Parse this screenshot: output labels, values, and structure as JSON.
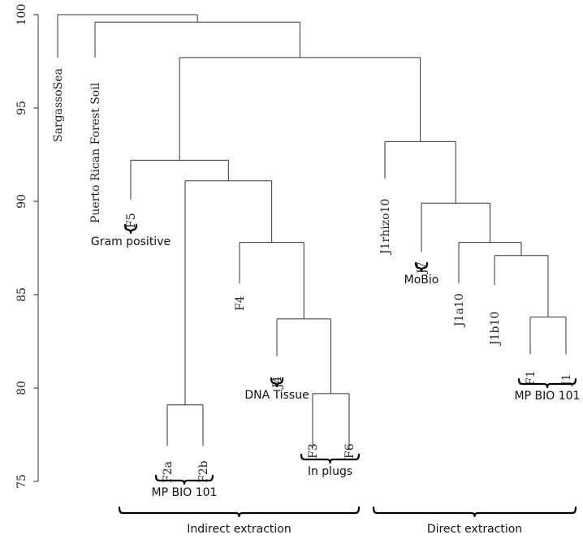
{
  "chart_data": {
    "type": "dendrogram",
    "ylim": [
      75,
      100
    ],
    "yticks": [
      75,
      80,
      85,
      90,
      95,
      100
    ],
    "leaves": [
      {
        "id": "sargasso",
        "label": "SargassoSea"
      },
      {
        "id": "puerto",
        "label": "Puerto Rican Forest Soil"
      },
      {
        "id": "F5",
        "label": "F5"
      },
      {
        "id": "F2a",
        "label": "F2a"
      },
      {
        "id": "F2b",
        "label": "F2b"
      },
      {
        "id": "F4",
        "label": "F4"
      },
      {
        "id": "J4",
        "label": "J4"
      },
      {
        "id": "F3",
        "label": "F3"
      },
      {
        "id": "F6",
        "label": "F6"
      },
      {
        "id": "J1rhizo10",
        "label": "J1rhizo10"
      },
      {
        "id": "J7",
        "label": "J7"
      },
      {
        "id": "J1a10",
        "label": "J1a10"
      },
      {
        "id": "J1b10",
        "label": "J1b10"
      },
      {
        "id": "F1",
        "label": "F1"
      },
      {
        "id": "J1",
        "label": "J1"
      }
    ],
    "merges": [
      {
        "id": "m_f1j1",
        "children": [
          "F1",
          "J1"
        ],
        "height": 83.8
      },
      {
        "id": "m_b",
        "children": [
          "J1b10",
          "m_f1j1"
        ],
        "height": 87.1
      },
      {
        "id": "m_a",
        "children": [
          "J1a10",
          "m_b"
        ],
        "height": 87.8
      },
      {
        "id": "m_j7",
        "children": [
          "J7",
          "m_a"
        ],
        "height": 89.9
      },
      {
        "id": "m_direct",
        "children": [
          "J1rhizo10",
          "m_j7"
        ],
        "height": 93.2
      },
      {
        "id": "m_f3f6",
        "children": [
          "F3",
          "F6"
        ],
        "height": 79.7
      },
      {
        "id": "m_j4",
        "children": [
          "J4",
          "m_f3f6"
        ],
        "height": 83.7
      },
      {
        "id": "m_f4",
        "children": [
          "F4",
          "m_j4"
        ],
        "height": 87.8
      },
      {
        "id": "m_f2",
        "children": [
          "F2a",
          "F2b"
        ],
        "height": 79.1
      },
      {
        "id": "m_f2f4",
        "children": [
          "m_f2",
          "m_f4"
        ],
        "height": 91.1
      },
      {
        "id": "m_indirect",
        "children": [
          "F5",
          "m_f2f4"
        ],
        "height": 92.2
      },
      {
        "id": "m_samples",
        "children": [
          "m_indirect",
          "m_direct"
        ],
        "height": 97.7
      },
      {
        "id": "m_puerto",
        "children": [
          "puerto",
          "m_samples"
        ],
        "height": 99.6
      },
      {
        "id": "root",
        "children": [
          "sargasso",
          "m_puerto"
        ],
        "height": 100.0
      }
    ],
    "groups": [
      {
        "id": "gram",
        "label": "Gram positive",
        "leaves": [
          "F5"
        ],
        "level": 1
      },
      {
        "id": "mpbio_a",
        "label": "MP BIO 101",
        "leaves": [
          "F2a",
          "F2b"
        ],
        "level": 1
      },
      {
        "id": "dna",
        "label": "DNA Tissue",
        "leaves": [
          "J4"
        ],
        "level": 1
      },
      {
        "id": "plugs",
        "label": "In plugs",
        "leaves": [
          "F3",
          "F6"
        ],
        "level": 1
      },
      {
        "id": "mobio",
        "label": "MoBio",
        "leaves": [
          "J7"
        ],
        "level": 1
      },
      {
        "id": "mpbio_b",
        "label": "MP BIO 101",
        "leaves": [
          "F1",
          "J1"
        ],
        "level": 1
      },
      {
        "id": "indirect",
        "label": "Indirect extraction",
        "leaves": [
          "F5",
          "F2a",
          "F2b",
          "F4",
          "J4",
          "F3",
          "F6"
        ],
        "level": 2
      },
      {
        "id": "direct",
        "label": "Direct extraction",
        "leaves": [
          "J1rhizo10",
          "J7",
          "J1a10",
          "J1b10",
          "F1",
          "J1"
        ],
        "level": 2
      }
    ]
  }
}
